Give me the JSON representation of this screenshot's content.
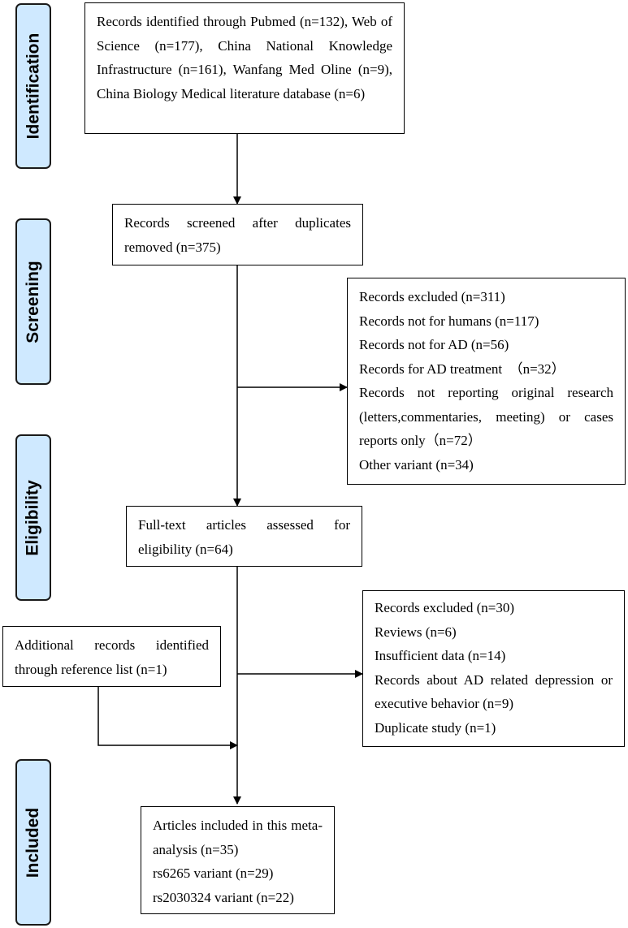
{
  "phases": {
    "identification": "Identification",
    "screening": "Screening",
    "eligibility": "Eligibility",
    "included": "Included"
  },
  "boxes": {
    "identified": "Records identified through Pubmed (n=132), Web of Science (n=177), China National Knowledge Infrastructure (n=161), Wanfang Med Oline (n=9), China Biology Medical literature database (n=6)",
    "screened": "Records screened after duplicates removed (n=375)",
    "excluded_1": {
      "lines": [
        "Records excluded (n=311)",
        "Records not for humans (n=117)",
        "Records not for AD (n=56)",
        "Records for AD treatment  （n=32）"
      ],
      "paragraph": "Records not reporting original research (letters,commentaries, meeting) or cases reports only（n=72）",
      "last": "Other variant (n=34)"
    },
    "full_text": "Full-text articles assessed for eligibility (n=64)",
    "additional": "Additional records identified through reference list (n=1)",
    "excluded_2": {
      "lines": [
        "Records excluded (n=30)",
        "Reviews (n=6)",
        "Insufficient data (n=14)"
      ],
      "paragraph": "Records about AD related depression or executive behavior (n=9)",
      "last": "Duplicate study (n=1)"
    },
    "included": {
      "paragraph": "Articles included in this meta-analysis (n=35)",
      "lines": [
        "rs6265 variant (n=29)",
        "rs2030324 variant (n=22)"
      ]
    }
  }
}
